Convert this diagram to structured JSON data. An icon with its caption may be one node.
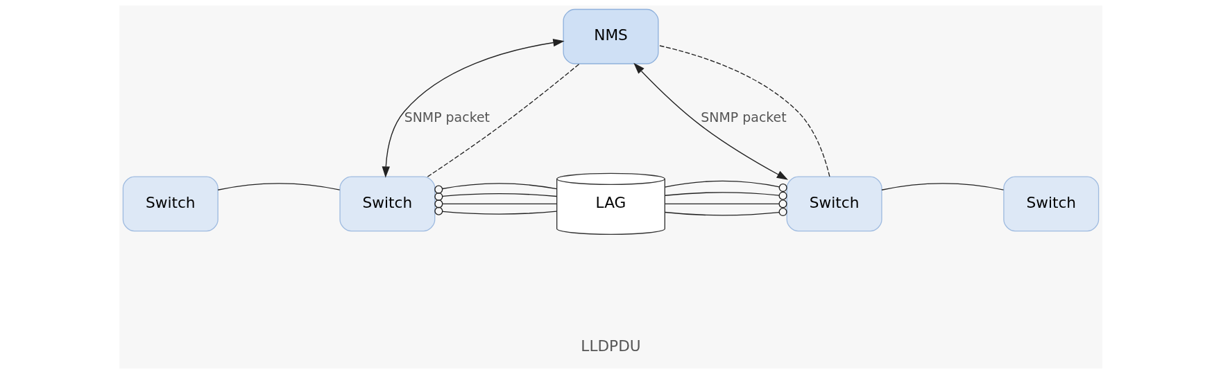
{
  "diagram": {
    "nodes": [
      {
        "text": [
          "NMS"
        ]
      },
      {
        "text": [
          "Switch"
        ]
      },
      {
        "text": [
          "Switch"
        ]
      },
      {
        "text": [
          "LAG"
        ]
      },
      {
        "text": [
          "Switch"
        ]
      },
      {
        "text": [
          "Switch"
        ]
      }
    ],
    "edges": [
      {
        "from": 2,
        "to": 0,
        "arrow": "both",
        "label": "SNMP packet"
      },
      {
        "from": 2,
        "to": 0,
        "arrow": "none",
        "style": "dashed"
      },
      {
        "from": 4,
        "to": 0,
        "arrow": "both",
        "label": "SNMP packet"
      },
      {
        "from": 4,
        "to": 0,
        "arrow": "none",
        "style": "dashed"
      },
      {
        "from": 1,
        "to": 2,
        "arrow": "none"
      },
      {
        "from": 2,
        "to": 3,
        "arrow": "other"
      },
      {
        "from": 2,
        "to": 3,
        "arrow": "other"
      },
      {
        "from": 2,
        "to": 3,
        "arrow": "other"
      },
      {
        "from": 2,
        "to": 3,
        "arrow": "other"
      },
      {
        "from": 4,
        "to": 3,
        "arrow": "other"
      },
      {
        "from": 4,
        "to": 3,
        "arrow": "other"
      },
      {
        "from": 4,
        "to": 3,
        "arrow": "other"
      },
      {
        "from": 4,
        "to": 3,
        "arrow": "other"
      },
      {
        "from": 4,
        "to": 5,
        "arrow": "none"
      }
    ],
    "labels": [
      "LLDPDU"
    ]
  }
}
